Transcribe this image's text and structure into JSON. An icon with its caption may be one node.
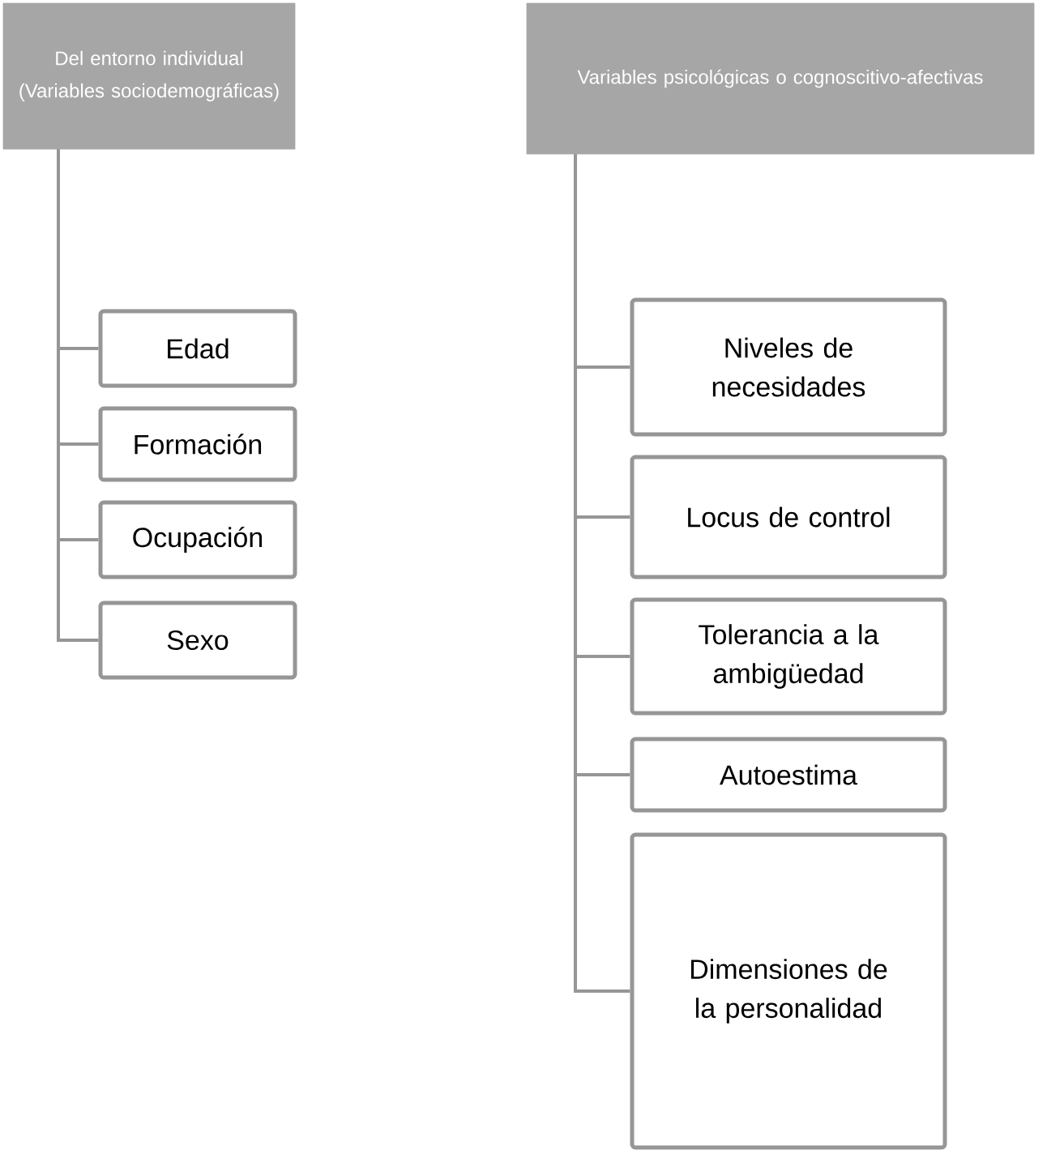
{
  "diagram": {
    "nodes": [
      {
        "text": [
          "Del entorno individual",
          "(Variables sociodemográficas)"
        ]
      },
      {
        "text": [
          "Edad"
        ]
      },
      {
        "text": [
          "Formación"
        ]
      },
      {
        "text": [
          "Ocupación"
        ]
      },
      {
        "text": [
          "Sexo"
        ]
      },
      {
        "text": [
          "Variables psicológicas o cognoscitivo-afectivas"
        ]
      },
      {
        "text": [
          "Niveles de necesidades"
        ]
      },
      {
        "text": [
          "Locus de control"
        ]
      },
      {
        "text": [
          "Tolerancia a la ambigüedad"
        ]
      },
      {
        "text": [
          "Autoestima"
        ]
      },
      {
        "text": [
          "Dimensiones de la personalidad"
        ]
      }
    ],
    "edges": [
      {
        "from": 0,
        "to": 1,
        "arrow": "none"
      },
      {
        "from": 0,
        "to": 2,
        "arrow": "none"
      },
      {
        "from": 0,
        "to": 3,
        "arrow": "none"
      },
      {
        "from": 0,
        "to": 4,
        "arrow": "none"
      },
      {
        "from": 5,
        "to": 6,
        "arrow": "none"
      },
      {
        "from": 5,
        "to": 7,
        "arrow": "none"
      },
      {
        "from": 5,
        "to": 8,
        "arrow": "none"
      },
      {
        "from": 5,
        "to": 9,
        "arrow": "none"
      },
      {
        "from": 5,
        "to": 10,
        "arrow": "none"
      }
    ]
  }
}
